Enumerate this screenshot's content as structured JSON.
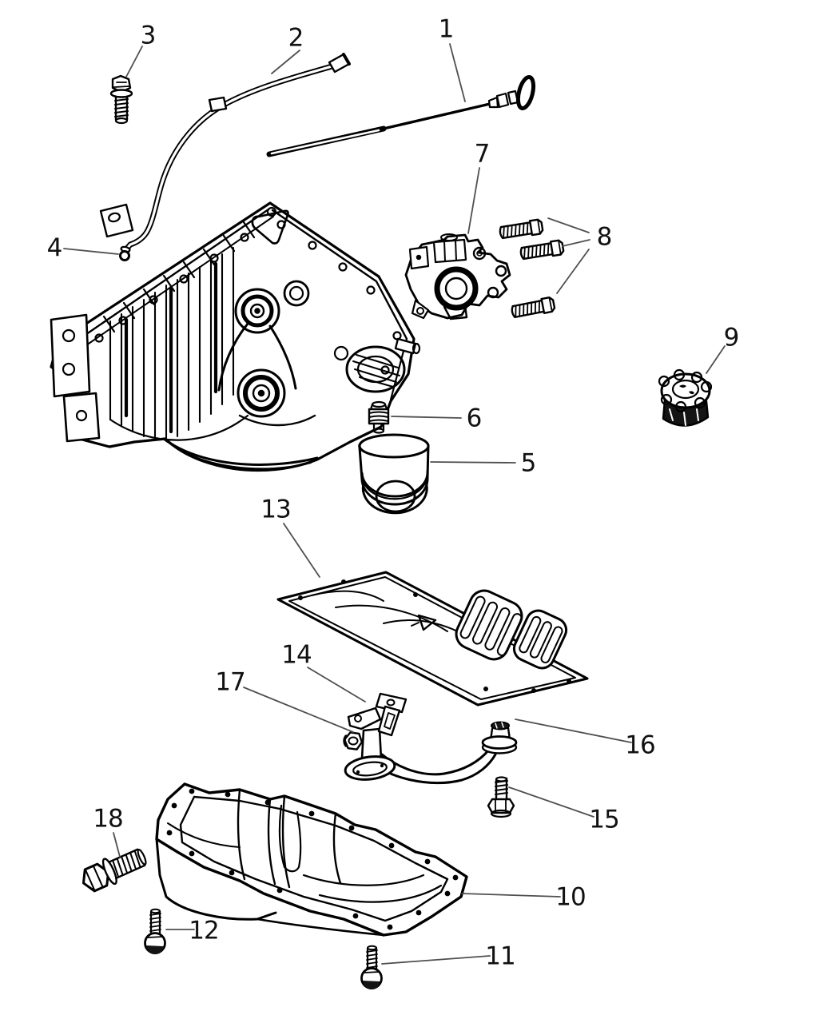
{
  "diagram": {
    "background_color": "#ffffff",
    "artwork_color": "#000000",
    "leader_line_color": "#4f4f4f",
    "callout_text_color": "#111111",
    "callouts": [
      {
        "label": "1"
      },
      {
        "label": "2"
      },
      {
        "label": "3"
      },
      {
        "label": "4"
      },
      {
        "label": "5"
      },
      {
        "label": "6"
      },
      {
        "label": "7"
      },
      {
        "label": "8"
      },
      {
        "label": "9"
      },
      {
        "label": "10"
      },
      {
        "label": "11"
      },
      {
        "label": "12"
      },
      {
        "label": "13"
      },
      {
        "label": "14"
      },
      {
        "label": "15"
      },
      {
        "label": "16"
      },
      {
        "label": "17"
      },
      {
        "label": "18"
      }
    ]
  }
}
